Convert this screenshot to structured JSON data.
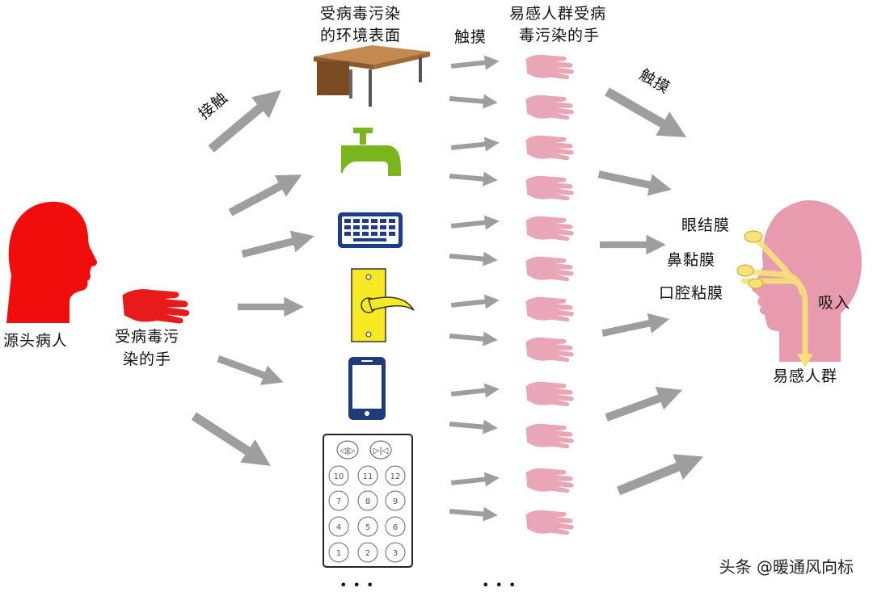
{
  "labels": {
    "source_patient": "源头病人",
    "contaminated_hand_line1": "受病毒污",
    "contaminated_hand_line2": "染的手",
    "contact": "接触",
    "surface_line1": "受病毒污染",
    "surface_line2": "的环境表面",
    "touch_top": "触摸",
    "susceptible_hands_line1": "易感人群受病",
    "susceptible_hands_line2": "毒污染的手",
    "touch_right": "触摸",
    "conjunctiva": "眼结膜",
    "nasal_mucosa": "鼻黏膜",
    "oral_mucosa": "口腔粘膜",
    "inhale": "吸入",
    "susceptible_people": "易感人群",
    "ellipsis_left": "• • •",
    "ellipsis_mid": "• • •"
  },
  "remote": {
    "buttons_top": [
      "◁|▷",
      "▷|◁"
    ],
    "numbers": [
      "10",
      "11",
      "12",
      "7",
      "8",
      "9",
      "4",
      "5",
      "6",
      "1",
      "2",
      "3"
    ]
  },
  "watermark": "头条 @暖通风向标",
  "colors": {
    "patient": "#f20d0d",
    "hand_red": "#e81a1a",
    "hand_pink": "#e9a6b6",
    "head_pink": "#e89aae",
    "arrow": "#9e9e9e",
    "faucet": "#7ab51d",
    "keyboard": "#1f3b8c",
    "doorplate": "#f7ea23",
    "phone": "#1f3b7a",
    "airflow": "#f7e27a"
  }
}
